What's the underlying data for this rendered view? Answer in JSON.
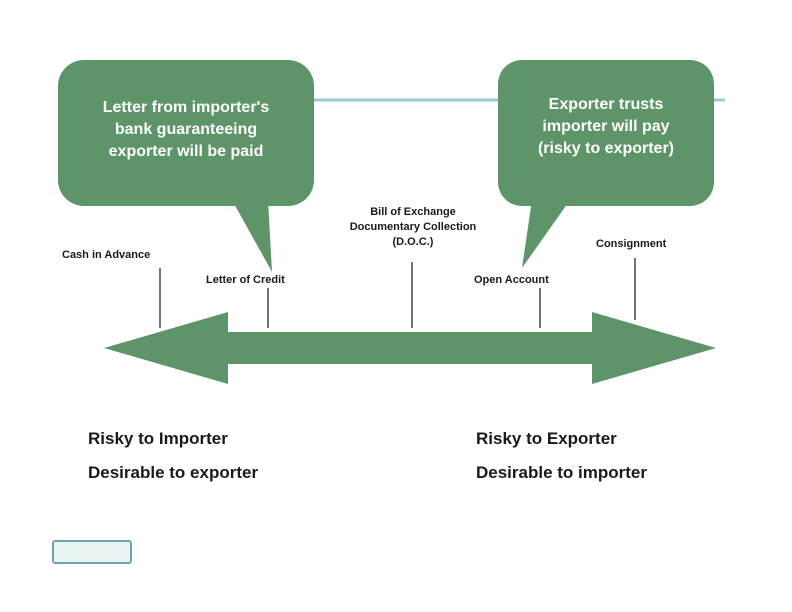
{
  "colors": {
    "accent": "#5d9568",
    "line": "#9ccbd2",
    "tick": "#444444",
    "text": "#1a1a1a"
  },
  "callouts": {
    "left": {
      "lines": [
        "Letter from importer's",
        "bank guaranteeing",
        "exporter will be paid"
      ]
    },
    "right": {
      "lines": [
        "Exporter trusts",
        "importer will pay",
        "(risky to exporter)"
      ]
    }
  },
  "methods": {
    "cash_in_advance": "Cash in Advance",
    "letter_of_credit": "Letter of Credit",
    "bill_of_exchange": [
      "Bill of Exchange",
      "Documentary Collection",
      "(D.O.C.)"
    ],
    "open_account": "Open Account",
    "consignment": "Consignment"
  },
  "left_risk": {
    "line1": "Risky to Importer",
    "line2": "Desirable to exporter"
  },
  "right_risk": {
    "line1": "Risky to Exporter",
    "line2": "Desirable to importer"
  },
  "logo": {
    "icon": "publisher-logo-icon"
  }
}
